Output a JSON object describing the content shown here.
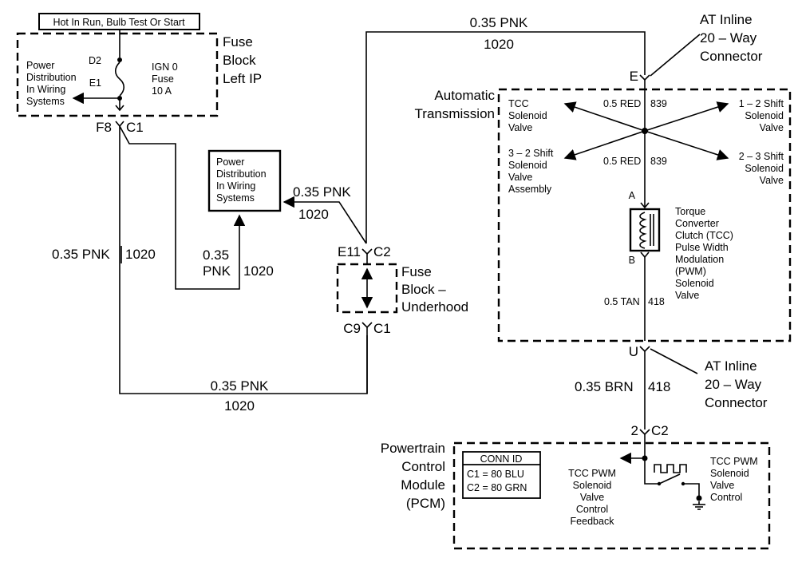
{
  "title_box": "Hot In Run, Bulb Test Or Start",
  "fuse_block_left": {
    "name": [
      "Fuse",
      "Block",
      "Left IP"
    ],
    "pin_top": "D2",
    "pin_bottom": "E1",
    "fuse": [
      "IGN 0",
      "Fuse",
      "10 A"
    ],
    "power_dist": [
      "Power",
      "Distribution",
      "In Wiring",
      "Systems"
    ],
    "connector_pin": "F8",
    "connector": "C1"
  },
  "power_dist_box": [
    "Power",
    "Distribution",
    "In Wiring",
    "Systems"
  ],
  "fuse_block_underhood": {
    "name": [
      "Fuse",
      "Block –",
      "Underhood"
    ],
    "top_pin": "E11",
    "top_conn": "C2",
    "bottom_pin": "C9",
    "bottom_conn": "C1"
  },
  "wires": {
    "top_wire": "0.35 PNK",
    "top_circuit": "1020",
    "to_pd_wire": "0.35 PNK",
    "to_pd_circuit": "1020",
    "left_vertical": "0.35 PNK",
    "left_vertical_circuit": "1020",
    "mid_vertical": [
      "0.35",
      "PNK"
    ],
    "mid_vertical_circuit": "1020",
    "bottom_wire": "0.35 PNK",
    "bottom_circuit": "1020",
    "brn_wire": "0.35 BRN",
    "brn_circuit": "418"
  },
  "inline_top": {
    "title": [
      "AT Inline",
      "20 – Way",
      "Connector"
    ],
    "pin": "E"
  },
  "inline_bottom": {
    "title": [
      "AT Inline",
      "20 – Way",
      "Connector"
    ],
    "pin": "U"
  },
  "automatic_transmission": {
    "name": [
      "Automatic",
      "Transmission"
    ],
    "tcc_valve": [
      "TCC",
      "Solenoid",
      "Valve"
    ],
    "shift_12": [
      "1 – 2 Shift",
      "Solenoid",
      "Valve"
    ],
    "shift_32": [
      "3 – 2 Shift",
      "Solenoid",
      "Valve",
      "Assembly"
    ],
    "shift_23": [
      "2 – 3 Shift",
      "Solenoid",
      "Valve"
    ],
    "wire_top": "0.5 RED",
    "wire_top_circuit": "839",
    "wire_mid": "0.5 RED",
    "wire_mid_circuit": "839",
    "pin_a": "A",
    "pin_b": "B",
    "pwm_solenoid": [
      "Torque",
      "Converter",
      "Clutch (TCC)",
      "Pulse Width",
      "Modulation",
      "(PWM)",
      "Solenoid",
      "Valve"
    ],
    "tan_wire": "0.5 TAN",
    "tan_circuit": "418"
  },
  "pcm": {
    "name": [
      "Powertrain",
      "Control",
      "Module",
      "(PCM)"
    ],
    "pin": "2",
    "conn": "C2",
    "conn_id_title": "CONN ID",
    "conn_id_rows": [
      "C1 = 80 BLU",
      "C2 = 80 GRN"
    ],
    "feedback": [
      "TCC PWM",
      "Solenoid",
      "Valve",
      "Control",
      "Feedback"
    ],
    "control": [
      "TCC PWM",
      "Solenoid",
      "Valve",
      "Control"
    ]
  }
}
